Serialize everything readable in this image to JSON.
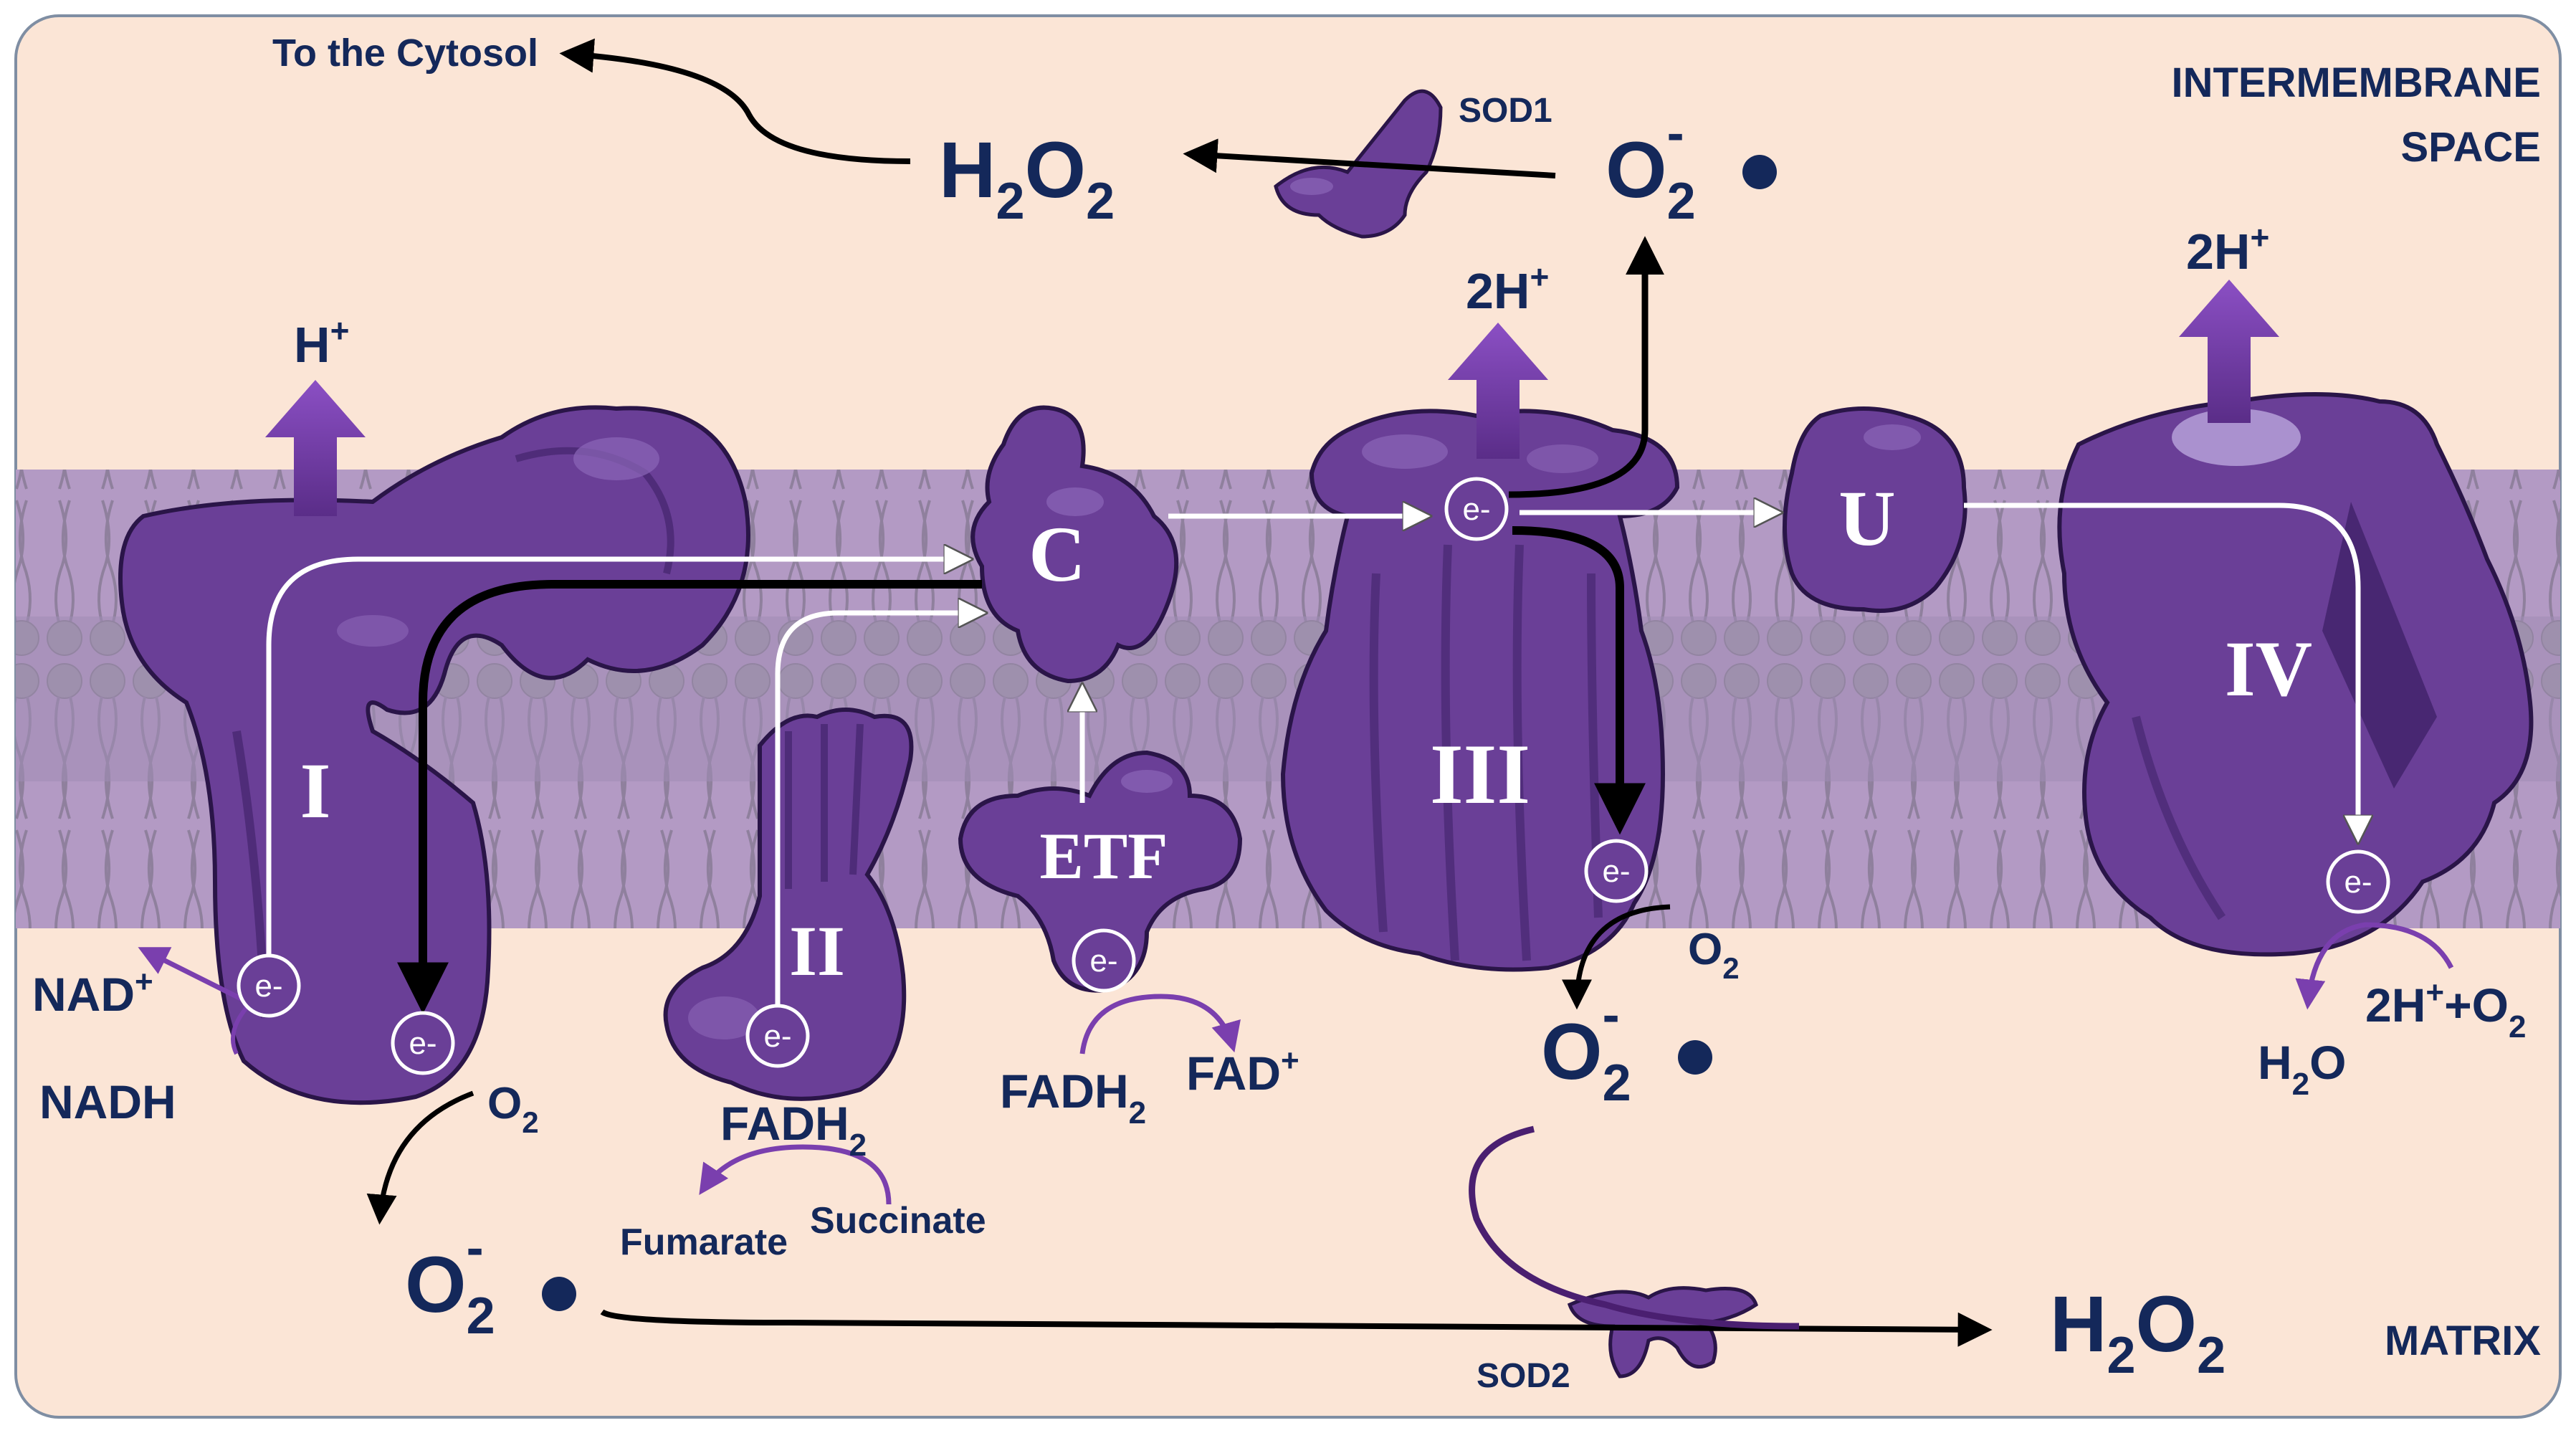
{
  "regions": {
    "intermembrane_line1": "INTERMEMBRANE",
    "intermembrane_line2": "SPACE",
    "matrix": "MATRIX"
  },
  "complexes": {
    "c1": "I",
    "c2": "II",
    "c3": "III",
    "c4": "IV",
    "c": "C",
    "u": "U",
    "etf": "ETF"
  },
  "electron": "e-",
  "top": {
    "to_cytosol": "To the Cytosol",
    "sod1": "SOD1",
    "h2o2": {
      "main": "H",
      "sub1": "2",
      "o": "O",
      "sub2": "2"
    },
    "superoxide": {
      "main": "O",
      "sub": "2",
      "sup": "-"
    }
  },
  "protons": {
    "c1": {
      "main": "H",
      "sup": "+"
    },
    "c3": {
      "main": "2H",
      "sup": "+"
    },
    "c4": {
      "main": "2H",
      "sup": "+"
    }
  },
  "complex1": {
    "nad": {
      "main": "NAD",
      "sup": "+"
    },
    "nadh": "NADH",
    "o2": {
      "main": "O",
      "sub": "2"
    },
    "superoxide": {
      "main": "O",
      "sub": "2",
      "sup": "-"
    }
  },
  "complex2": {
    "fadh2": {
      "main": "FADH",
      "sub": "2"
    },
    "fumarate": "Fumarate",
    "succinate": "Succinate"
  },
  "etf": {
    "fadh2": {
      "main": "FADH",
      "sub": "2"
    },
    "fad": {
      "main": "FAD",
      "sup": "+"
    }
  },
  "complex3": {
    "o2": {
      "main": "O",
      "sub": "2"
    },
    "superoxide": {
      "main": "O",
      "sub": "2",
      "sup": "-"
    }
  },
  "complex4": {
    "reactant": {
      "p1": "2H",
      "sup": "+",
      "p2": "+O",
      "sub": "2"
    },
    "water": {
      "main": "H",
      "sub": "2",
      "o": "O"
    }
  },
  "bottom": {
    "sod2": "SOD2",
    "h2o2": {
      "main": "H",
      "sub1": "2",
      "o": "O",
      "sub2": "2"
    }
  },
  "colors": {
    "background": "#fbe5d6",
    "membrane": "#b39ac4",
    "protein": "#6a3f97",
    "protein_dark": "#3d2066",
    "label": "#14285a",
    "accent_arrow": "#7a3fae"
  }
}
